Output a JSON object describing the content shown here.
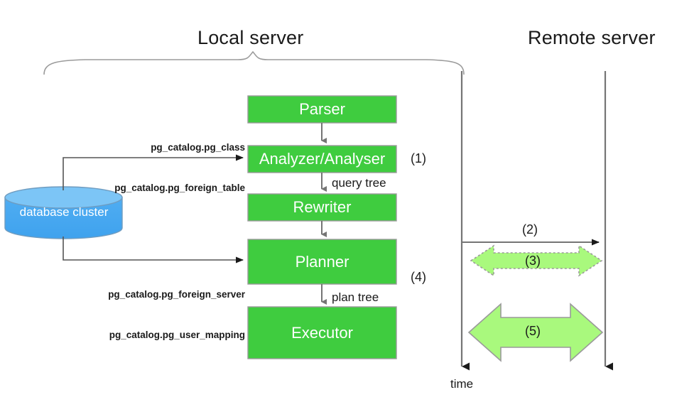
{
  "diagram": {
    "title_local": "Local server",
    "title_remote": "Remote server",
    "time_label": "time",
    "datastore_label": "database cluster",
    "stages": [
      {
        "id": "parser",
        "label": "Parser"
      },
      {
        "id": "analyzer",
        "label": "Analyzer/Analyser"
      },
      {
        "id": "rewriter",
        "label": "Rewriter"
      },
      {
        "id": "planner",
        "label": "Planner"
      },
      {
        "id": "executor",
        "label": "Executor"
      }
    ],
    "flow_labels": {
      "query_tree": "query tree",
      "plan_tree": "plan tree"
    },
    "catalog_lookups": [
      {
        "target": "analyzer",
        "lines": [
          "pg_catalog.pg_class",
          "pg_catalog.pg_foreign_table"
        ]
      },
      {
        "target": "planner",
        "lines": [
          "pg_catalog.pg_foreign_server",
          "pg_catalog.pg_user_mapping"
        ]
      }
    ],
    "step_markers": [
      {
        "id": "1",
        "label": "(1)"
      },
      {
        "id": "2",
        "label": "(2)"
      },
      {
        "id": "3",
        "label": "(3)"
      },
      {
        "id": "4",
        "label": "(4)"
      },
      {
        "id": "5",
        "label": "(5)"
      }
    ],
    "colors": {
      "stage_fill": "#3fcc3f",
      "stage_border": "#9a9a9a",
      "cylinder_body": "#48a8f0",
      "cylinder_top": "#74c2f5",
      "cylinder_border": "#6f9cc0",
      "exchange_fill": "#a9f97d",
      "exchange_border": "#9a9a9a",
      "line": "#757575",
      "text": "#1a1a1a",
      "background": "#ffffff"
    }
  }
}
